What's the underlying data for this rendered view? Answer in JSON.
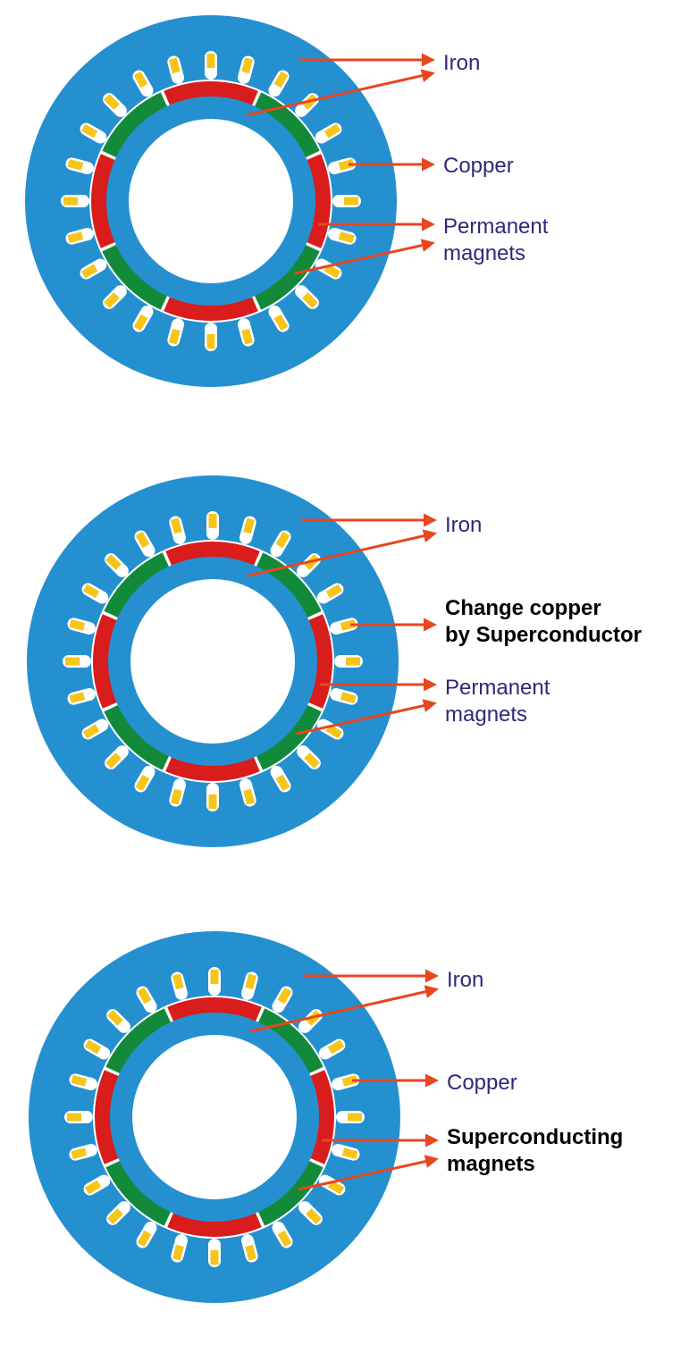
{
  "colors": {
    "iron": "#2590d0",
    "permanent_magnet": "#d91c1c",
    "magnet_alt": "#128a3a",
    "copper": "#f5c51a",
    "arrow": "#e8461e",
    "label_text": "#2b2a7a",
    "emphasis_text": "#000000"
  },
  "panels": [
    {
      "labels": {
        "iron": "Iron",
        "conductor": [
          "Copper"
        ],
        "magnets": [
          "Permanent",
          "magnets"
        ]
      }
    },
    {
      "labels": {
        "iron": "Iron",
        "conductor": [
          "Change copper",
          "by Superconductor"
        ],
        "magnets": [
          "Permanent",
          "magnets"
        ]
      }
    },
    {
      "labels": {
        "iron": "Iron",
        "conductor": [
          "Copper"
        ],
        "magnets": [
          "Superconducting",
          "magnets"
        ]
      }
    }
  ]
}
